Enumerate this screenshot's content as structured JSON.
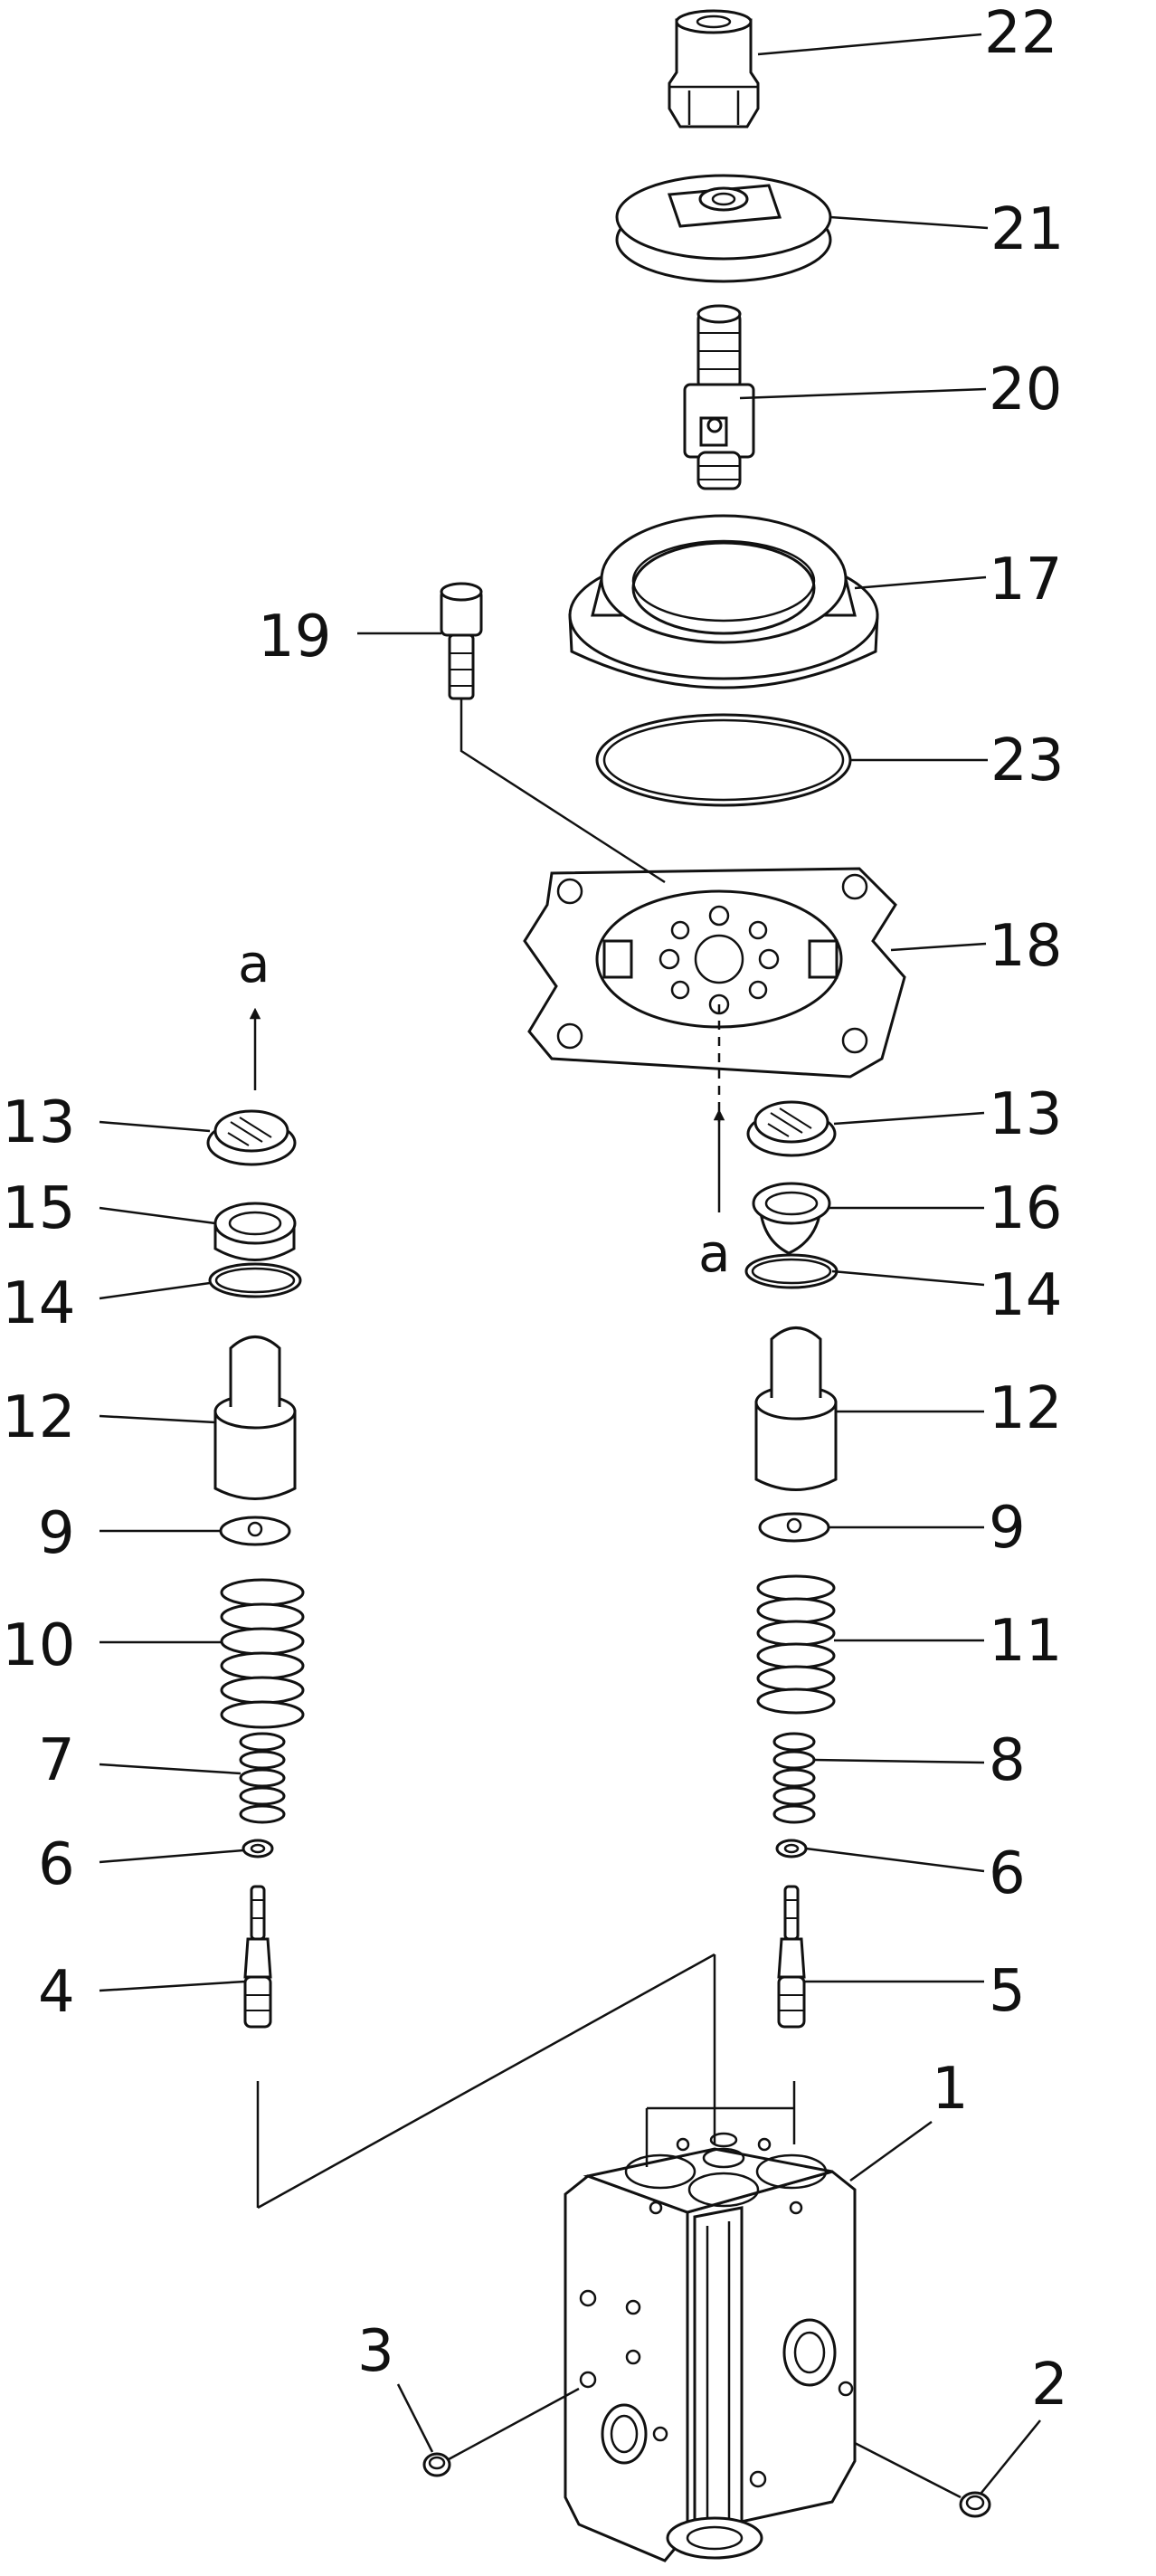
{
  "diagram": {
    "callouts": {
      "c22": "22",
      "c21": "21",
      "c20": "20",
      "c17": "17",
      "c19": "19",
      "c23": "23",
      "c18": "18",
      "c13_left": "13",
      "c15": "15",
      "c14_left": "14",
      "c12_left": "12",
      "c9_left": "9",
      "c10": "10",
      "c7": "7",
      "c6_left": "6",
      "c4": "4",
      "c13_right": "13",
      "c16": "16",
      "c14_right": "14",
      "c12_right": "12",
      "c9_right": "9",
      "c11": "11",
      "c8": "8",
      "c6_right": "6",
      "c5": "5",
      "c1": "1",
      "c3": "3",
      "c2": "2"
    },
    "flow_labels": {
      "left": "a",
      "right": "a"
    }
  }
}
